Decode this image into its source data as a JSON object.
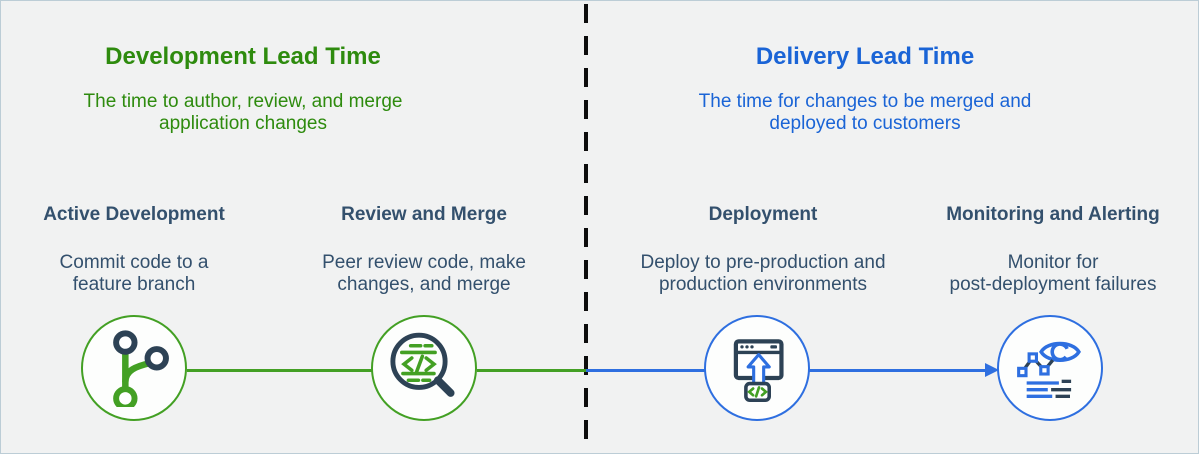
{
  "diagram_title": "Lead Time diagram",
  "colors": {
    "background": "#f1f2f2",
    "frame_border": "#bccdd6",
    "green_text": "#2e8b0e",
    "green_stroke": "#43a024",
    "blue_text": "#1a64d6",
    "blue_stroke": "#2e6fe0",
    "navy_text": "#33506d",
    "icon_navy": "#2d4255",
    "divider": "#0d0d0d"
  },
  "sections": {
    "development": {
      "title": "Development Lead Time",
      "subtitle": "The time to author, review, and merge\napplication changes"
    },
    "delivery": {
      "title": "Delivery Lead Time",
      "subtitle": "The time for changes to be merged and\ndeployed to customers"
    }
  },
  "stages": [
    {
      "title": "Active Development",
      "description": "Commit code to a\nfeature branch",
      "icon": "git-branch-icon"
    },
    {
      "title": "Review and Merge",
      "description": "Peer review code, make\nchanges, and merge",
      "icon": "code-review-magnifier-icon"
    },
    {
      "title": "Deployment",
      "description": "Deploy to pre-production and\nproduction environments",
      "icon": "deploy-window-arrow-icon"
    },
    {
      "title": "Monitoring and Alerting",
      "description": "Monitor for\npost-deployment failures",
      "icon": "monitoring-eye-chart-icon"
    }
  ]
}
